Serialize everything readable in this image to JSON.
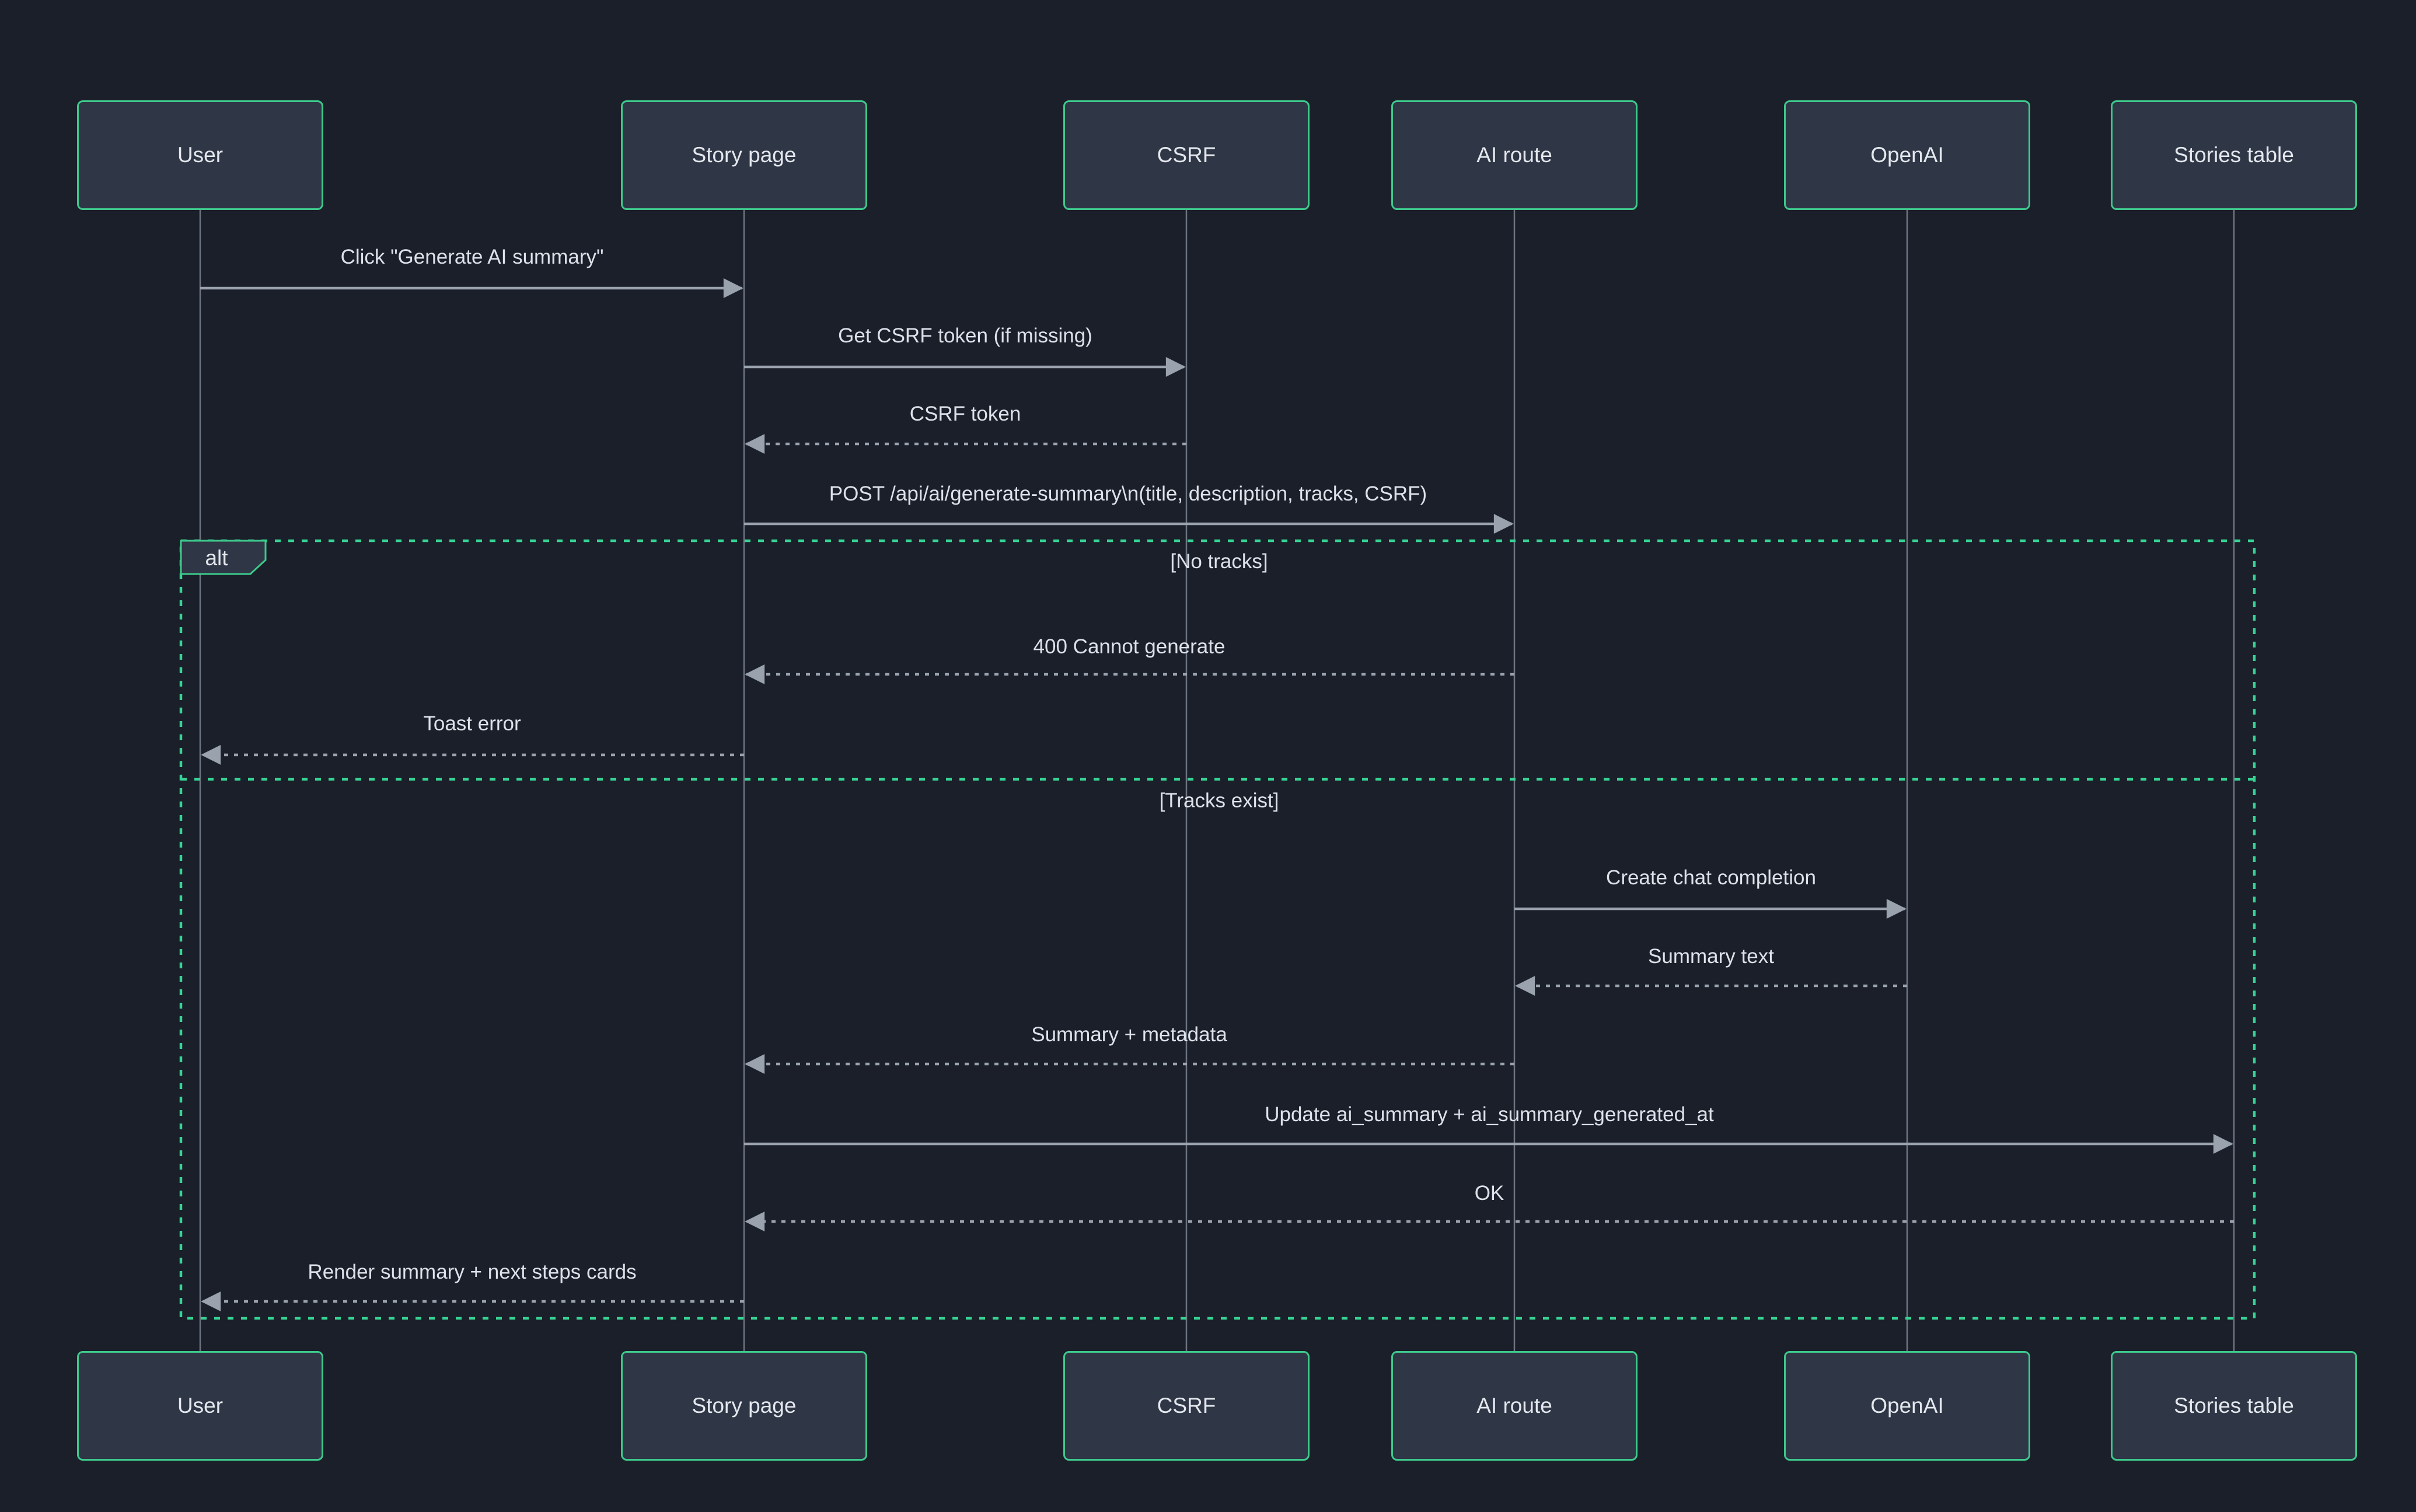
{
  "diagram": {
    "type": "sequence-diagram",
    "colors": {
      "background": "#1a1f2a",
      "actor_fill": "#2f3645",
      "actor_border": "#3ec98c",
      "frame_border": "#36d494",
      "lifeline": "#6e7582",
      "arrow": "#9aa2ad",
      "text": "#dde2e9"
    }
  },
  "actors": [
    {
      "label": "User"
    },
    {
      "label": "Story page"
    },
    {
      "label": "CSRF"
    },
    {
      "label": "AI route"
    },
    {
      "label": "OpenAI"
    },
    {
      "label": "Stories table"
    }
  ],
  "messages": [
    {
      "label": "Click \"Generate AI summary\"",
      "from": "User",
      "to": "Story page",
      "style": "solid"
    },
    {
      "label": "Get CSRF token (if missing)",
      "from": "Story page",
      "to": "CSRF",
      "style": "solid"
    },
    {
      "label": "CSRF token",
      "from": "CSRF",
      "to": "Story page",
      "style": "dashed"
    },
    {
      "label": "POST /api/ai/generate-summary\\n(title, description, tracks, CSRF)",
      "from": "Story page",
      "to": "AI route",
      "style": "solid"
    },
    {
      "label": "400 Cannot generate",
      "from": "AI route",
      "to": "Story page",
      "style": "dashed"
    },
    {
      "label": "Toast error",
      "from": "Story page",
      "to": "User",
      "style": "dashed"
    },
    {
      "label": "Create chat completion",
      "from": "AI route",
      "to": "OpenAI",
      "style": "solid"
    },
    {
      "label": "Summary text",
      "from": "OpenAI",
      "to": "AI route",
      "style": "dashed"
    },
    {
      "label": "Summary + metadata",
      "from": "AI route",
      "to": "Story page",
      "style": "dashed"
    },
    {
      "label": "Update ai_summary + ai_summary_generated_at",
      "from": "Story page",
      "to": "Stories table",
      "style": "solid"
    },
    {
      "label": "OK",
      "from": "Stories table",
      "to": "Story page",
      "style": "dashed"
    },
    {
      "label": "Render summary + next steps cards",
      "from": "Story page",
      "to": "User",
      "style": "dashed"
    }
  ],
  "alt": {
    "title": "alt",
    "sections": [
      {
        "guard": "[No tracks]"
      },
      {
        "guard": "[Tracks exist]"
      }
    ]
  }
}
